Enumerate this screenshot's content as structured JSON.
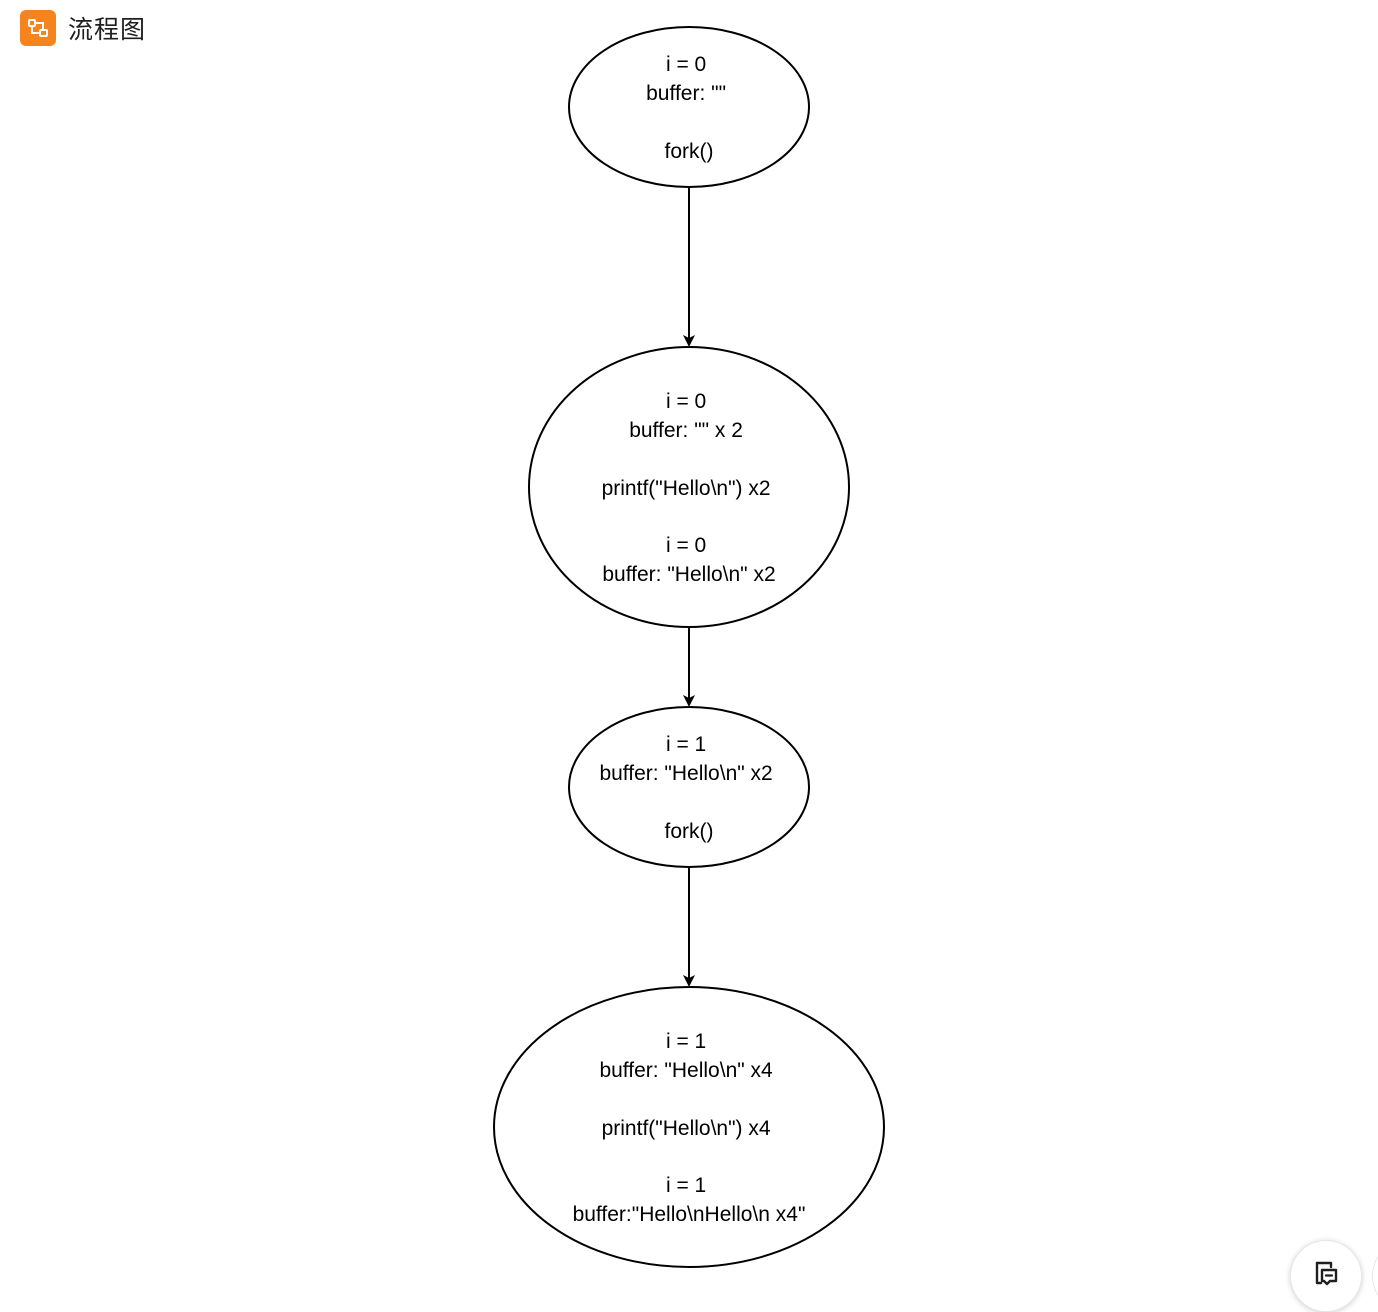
{
  "header": {
    "title": "流程图",
    "icon": "flowchart-icon",
    "accent_color": "#f5841f"
  },
  "diagram": {
    "nodes": [
      {
        "id": "node-1",
        "lines": [
          "i = 0",
          "buffer: \"\"",
          "",
          "fork()"
        ]
      },
      {
        "id": "node-2",
        "lines": [
          "i = 0",
          "buffer: \"\" x 2",
          "",
          "printf(\"Hello\\n\") x2",
          "",
          "i = 0",
          "buffer: \"Hello\\n\" x2"
        ]
      },
      {
        "id": "node-3",
        "lines": [
          "i = 1",
          "buffer: \"Hello\\n\" x2",
          "",
          "fork()"
        ]
      },
      {
        "id": "node-4",
        "lines": [
          "i = 1",
          "buffer: \"Hello\\n\" x4",
          "",
          "printf(\"Hello\\n\") x4",
          "",
          "i = 1",
          "buffer:\"Hello\\nHello\\n x4\""
        ]
      }
    ],
    "edges": [
      {
        "from": "node-1",
        "to": "node-2"
      },
      {
        "from": "node-2",
        "to": "node-3"
      },
      {
        "from": "node-3",
        "to": "node-4"
      }
    ]
  },
  "floating": {
    "comment_icon": "comment-icon"
  }
}
